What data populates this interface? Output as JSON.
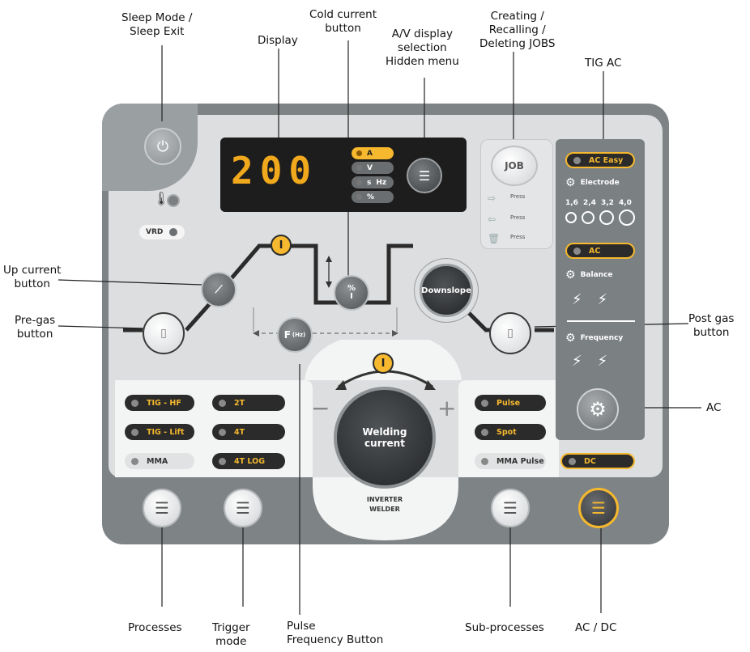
{
  "callouts": {
    "sleep": "Sleep Mode /\nSleep Exit",
    "display": "Display",
    "cold_current": "Cold current\nbutton",
    "av_display": "A/V display\nselection\nHidden menu",
    "jobs": "Creating /\nRecalling /\nDeleting JOBS",
    "tig_ac": "TIG AC",
    "up_current": "Up current\nbutton",
    "pre_gas": "Pre-gas\nbutton",
    "post_gas": "Post gas\nbutton",
    "ac": "AC",
    "processes": "Processes",
    "trigger": "Trigger\nmode",
    "pulse_freq": "Pulse\nFrequency Button",
    "sub_processes": "Sub-processes",
    "ac_dc": "AC / DC"
  },
  "display": {
    "digits": "200",
    "units": [
      "A",
      "V",
      "s",
      "Hz",
      "%"
    ]
  },
  "vrd_label": "VRD",
  "job": {
    "button": "JOB",
    "press_labels": [
      "Press",
      "Press",
      "Press"
    ]
  },
  "tig_panel": {
    "ac_easy": "AC Easy",
    "electrode_label": "Electrode",
    "electrode_sizes": [
      "1,6",
      "2,4",
      "3,2",
      "4,0"
    ],
    "ac": "AC",
    "balance_label": "Balance",
    "frequency_label": "Frequency",
    "dc": "DC"
  },
  "middle": {
    "i_badge": "I",
    "cold_badge": "%\nI",
    "f_button": "F",
    "f_unit": "(Hz)",
    "downslope": "Downslope",
    "knob_line1": "Welding",
    "knob_line2": "current",
    "minus": "−",
    "plus": "+",
    "inverter_line1": "INVERTER",
    "inverter_line2": "WELDER"
  },
  "processes": [
    "TIG - HF",
    "TIG - Lift",
    "MMA"
  ],
  "trigger_modes": [
    "2T",
    "4T",
    "4T LOG"
  ],
  "sub_processes": [
    "Pulse",
    "Spot",
    "MMA Pulse"
  ],
  "icons": {
    "power": "power-icon",
    "menu": "menu-list-icon",
    "gear": "gear-icon",
    "gas_bottle": "gas-bottle-icon",
    "thermometer": "thermometer-icon"
  },
  "colors": {
    "accent": "#f5b82e",
    "panel": "#7e8386",
    "face": "#dcdedf"
  }
}
